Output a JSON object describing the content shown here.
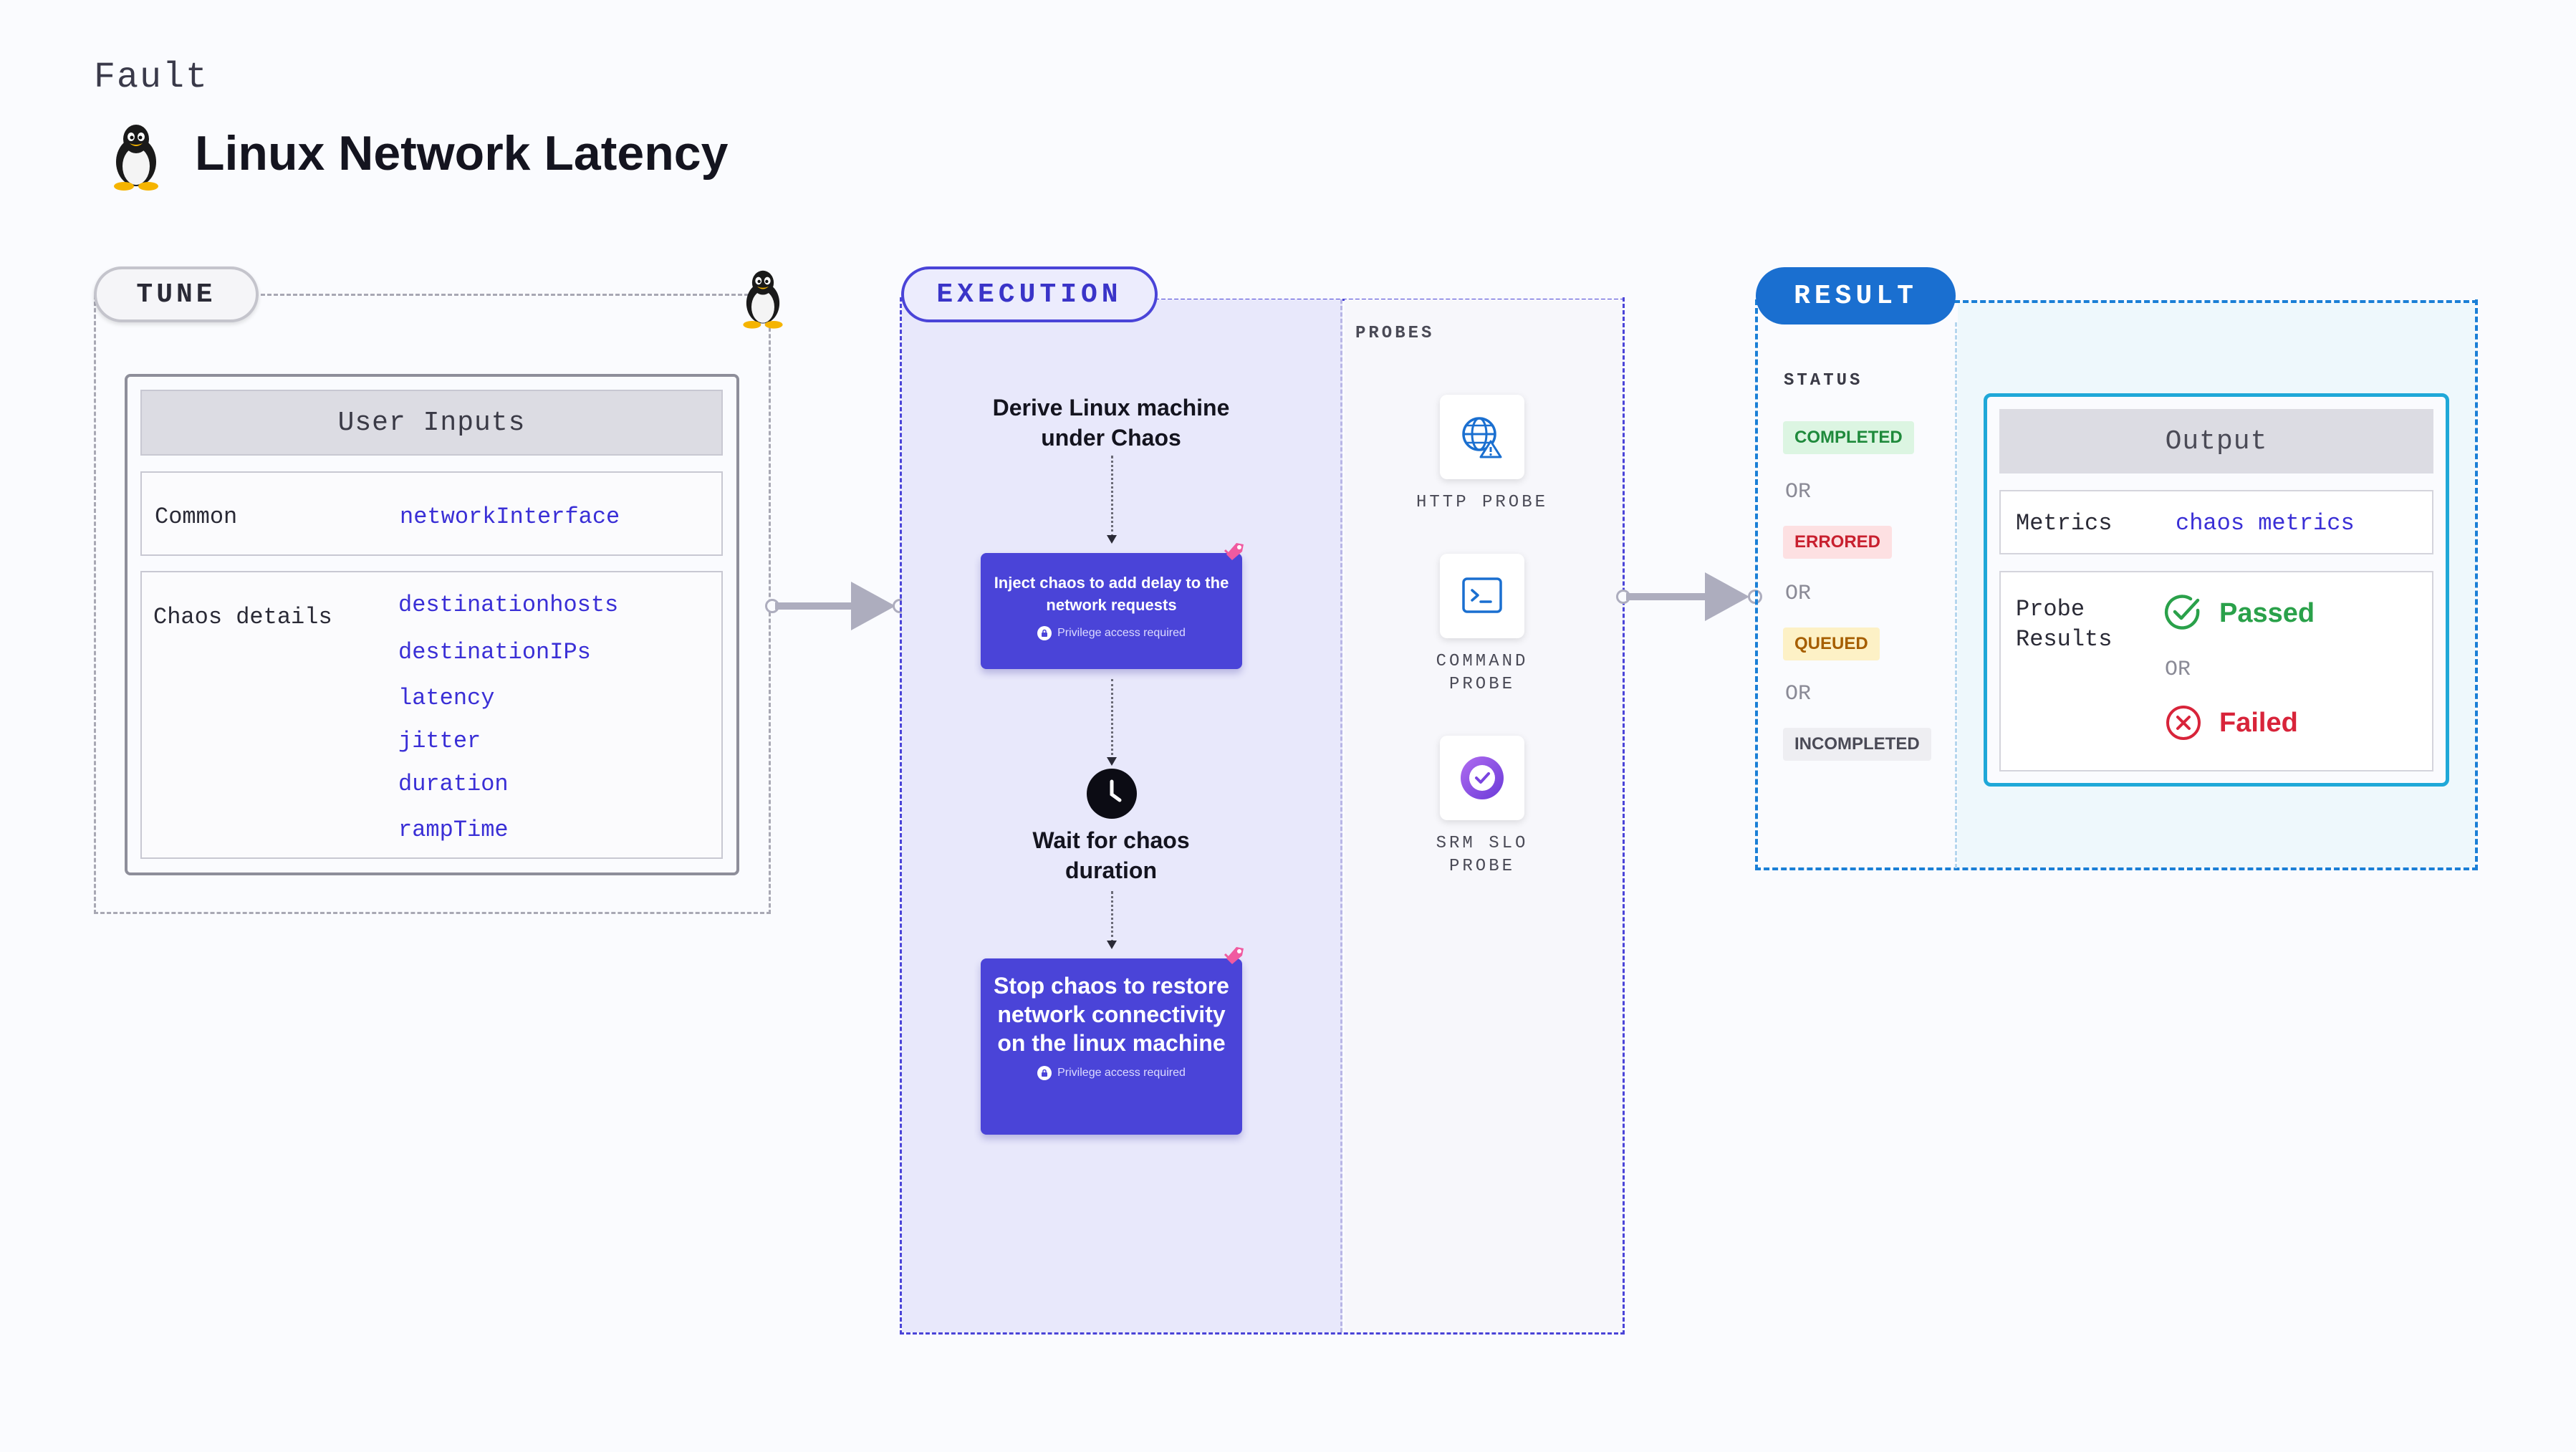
{
  "header": {
    "kicker": "Fault",
    "title": "Linux Network Latency"
  },
  "tune": {
    "label": "TUNE",
    "user_inputs": {
      "title": "User Inputs",
      "common_label": "Common",
      "common_value": "networkInterface",
      "chaos_label": "Chaos details",
      "chaos_params": [
        "destinationhosts",
        "destinationIPs",
        "latency",
        "jitter",
        "duration",
        "rampTime"
      ]
    }
  },
  "execution": {
    "label": "EXECUTION",
    "step1": "Derive Linux machine under Chaos",
    "inject_card": "Inject chaos to add delay to the network requests",
    "privilege": "Privilege access required",
    "wait_step": "Wait for chaos duration",
    "stop_card": "Stop chaos to restore network connectivity on the linux machine",
    "probes_label": "PROBES",
    "probes": [
      {
        "line1": "HTTP PROBE",
        "line2": "",
        "icon": "globe-warning-icon"
      },
      {
        "line1": "COMMAND",
        "line2": "PROBE",
        "icon": "terminal-icon"
      },
      {
        "line1": "SRM SLO",
        "line2": "PROBE",
        "icon": "slo-check-icon"
      }
    ]
  },
  "result": {
    "label": "RESULT",
    "status_label": "STATUS",
    "statuses": [
      {
        "text": "COMPLETED",
        "bg": "#dcf5e2",
        "fg": "#1f8a3c"
      },
      {
        "text": "ERRORED",
        "bg": "#fde0e2",
        "fg": "#c8202f"
      },
      {
        "text": "QUEUED",
        "bg": "#fdf1c6",
        "fg": "#a65e00"
      },
      {
        "text": "INCOMPLETED",
        "bg": "#eeeef2",
        "fg": "#4a4a56"
      }
    ],
    "or_text": "OR",
    "output": {
      "title": "Output",
      "metrics_label": "Metrics",
      "metrics_value": "chaos metrics",
      "probe_results_label_1": "Probe",
      "probe_results_label_2": "Results",
      "passed": "Passed",
      "or": "OR",
      "failed": "Failed"
    }
  },
  "colors": {
    "accent": "#4a44d8",
    "result_blue": "#1a6fd0",
    "passed": "#2aa14a",
    "failed": "#d8243a"
  }
}
